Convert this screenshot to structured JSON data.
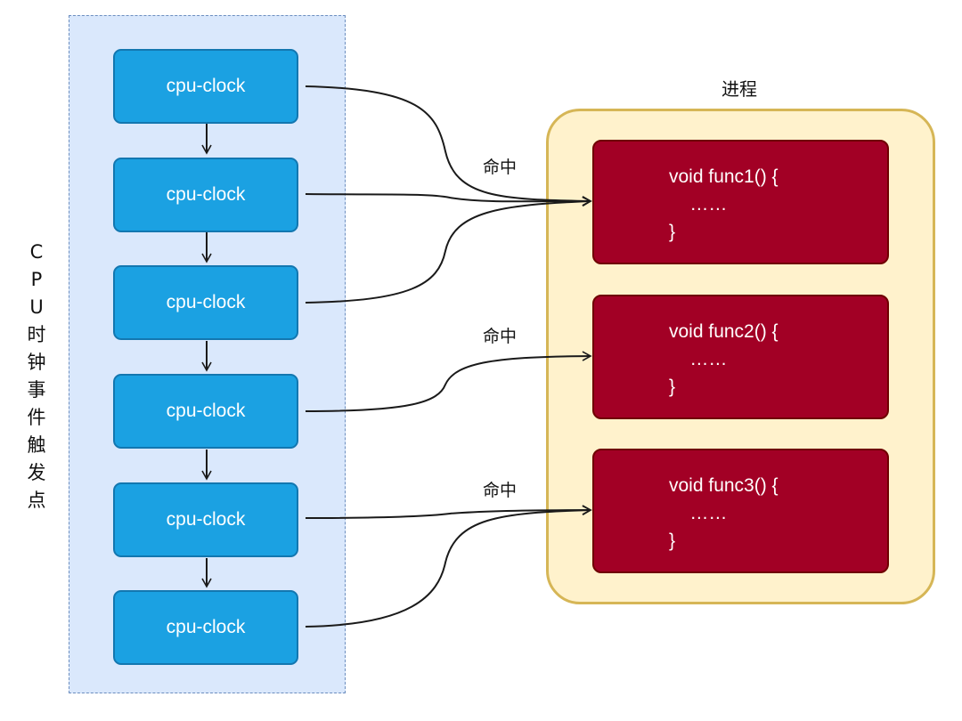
{
  "cpu_panel": {
    "label": [
      "C",
      "P",
      "U",
      "时",
      "钟",
      "事",
      "件",
      "触",
      "发",
      "点"
    ]
  },
  "clocks": [
    {
      "label": "cpu-clock"
    },
    {
      "label": "cpu-clock"
    },
    {
      "label": "cpu-clock"
    },
    {
      "label": "cpu-clock"
    },
    {
      "label": "cpu-clock"
    },
    {
      "label": "cpu-clock"
    }
  ],
  "process": {
    "title": "进程",
    "functions": [
      {
        "lines": [
          "void func1() {",
          "    ……",
          "}"
        ]
      },
      {
        "lines": [
          "void func2() {",
          "    ……",
          "}"
        ]
      },
      {
        "lines": [
          "void func3() {",
          "    ……",
          "}"
        ]
      }
    ]
  },
  "hit_labels": [
    "命中",
    "命中",
    "命中"
  ],
  "colors": {
    "clock_fill": "#1ba1e2",
    "panel_fill": "#dae8fc",
    "process_fill": "#fff2cc",
    "func_fill": "#a20025"
  }
}
